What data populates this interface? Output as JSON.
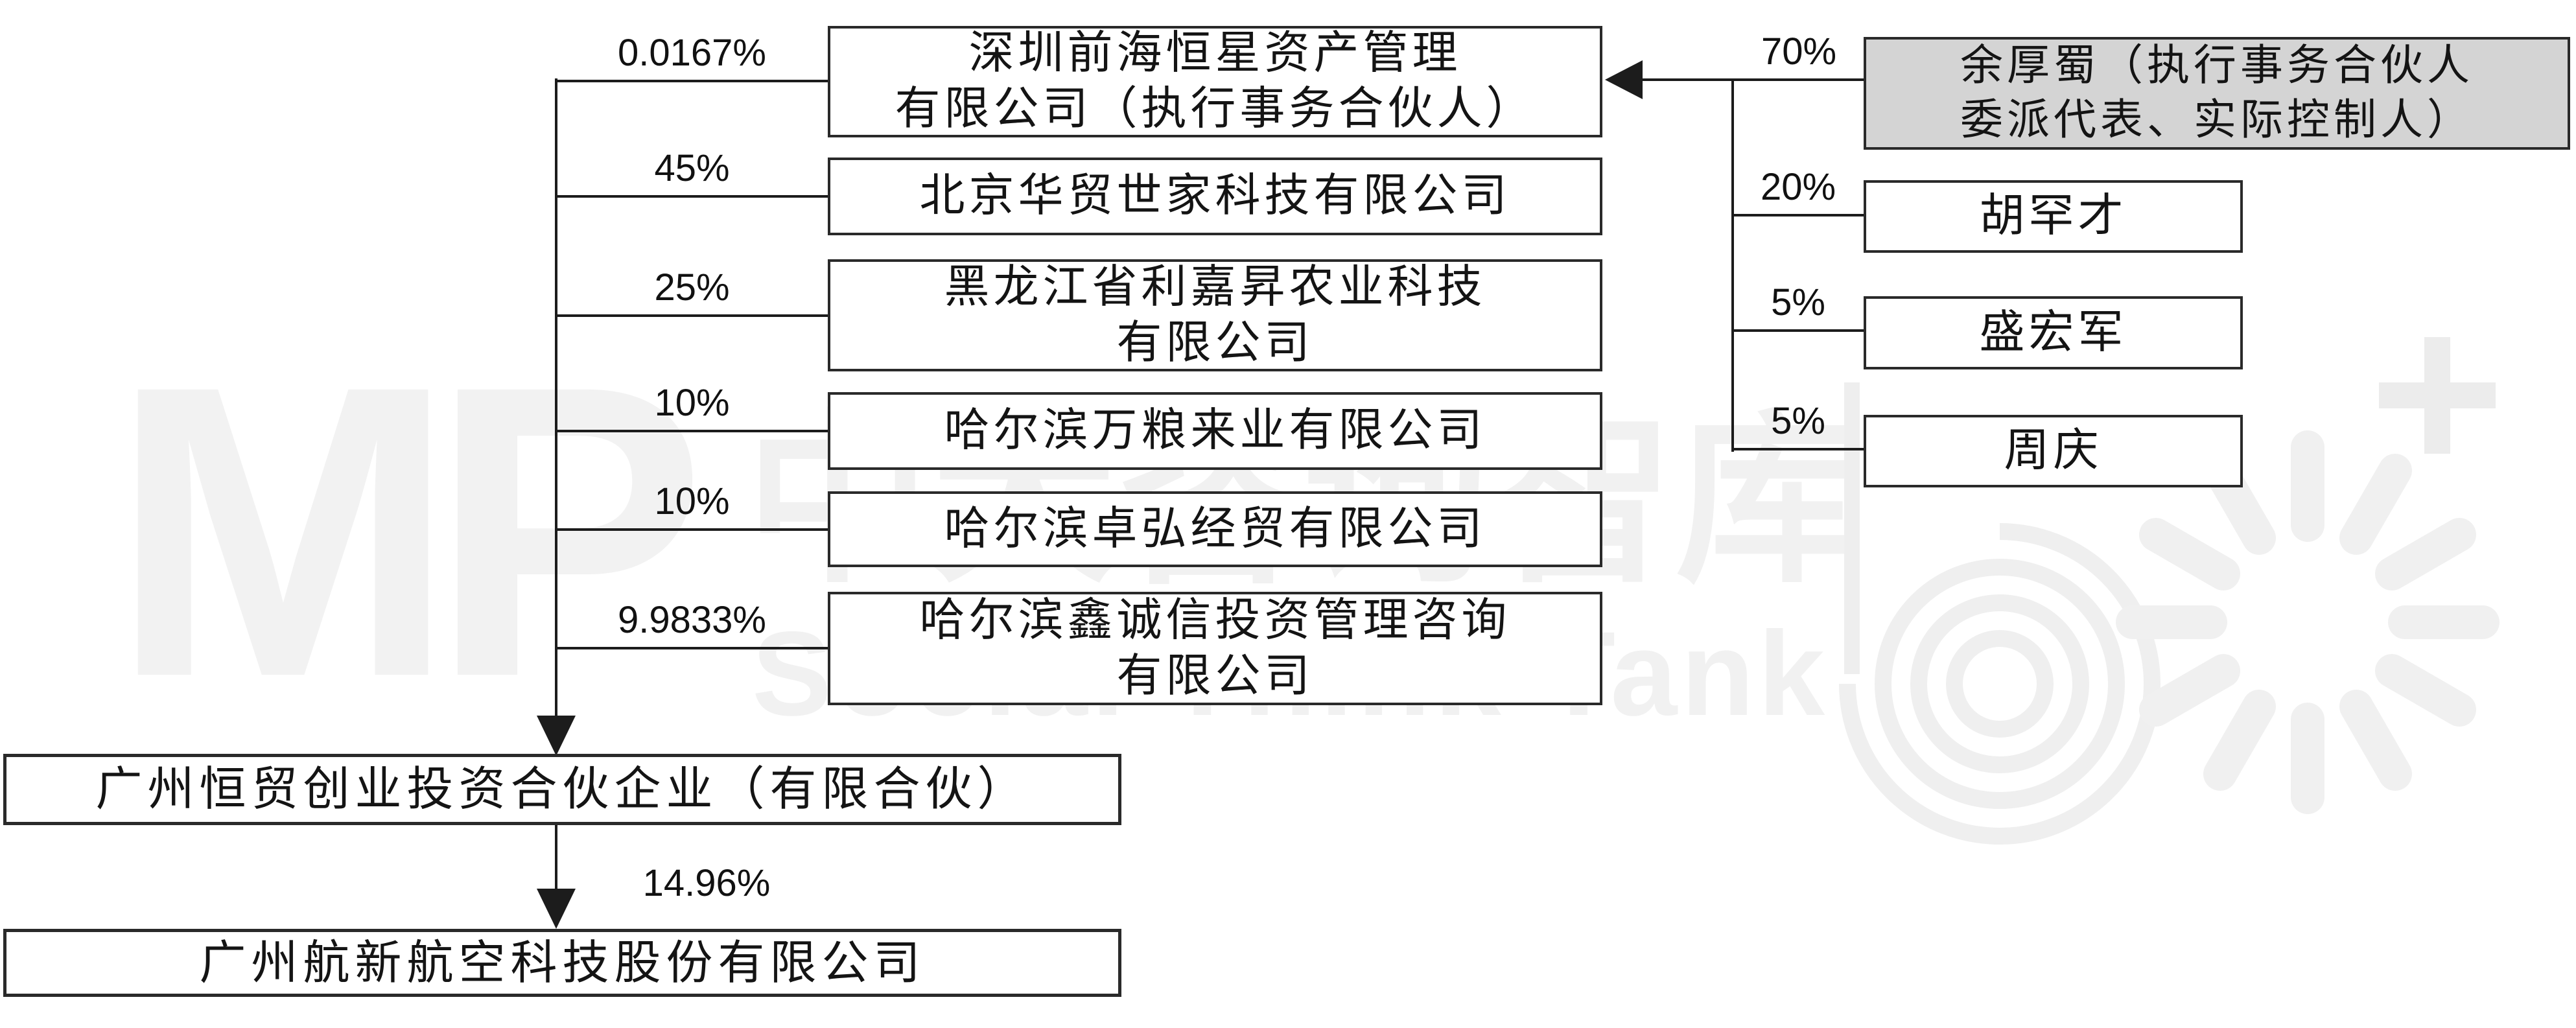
{
  "diagram_title": "equity-ownership-structure",
  "watermark": {
    "mp": "MP",
    "cn": "中大咨询智库",
    "en": "Social Think Tank",
    "plus": "+"
  },
  "colors": {
    "line": "#1c1c1c",
    "box_border": "#2a2a2a",
    "highlight_fill": "#d4d4d4",
    "watermark": "#f1f1f1",
    "text": "#141414"
  },
  "mid_boxes": [
    {
      "pct": "0.0167%",
      "lines": [
        "深圳前海恒星资产管理",
        "有限公司（执行事务合伙人）"
      ]
    },
    {
      "pct": "45%",
      "lines": [
        "北京华贸世家科技有限公司"
      ]
    },
    {
      "pct": "25%",
      "lines": [
        "黑龙江省利嘉昇农业科技",
        "有限公司"
      ]
    },
    {
      "pct": "10%",
      "lines": [
        "哈尔滨万粮来业有限公司"
      ]
    },
    {
      "pct": "10%",
      "lines": [
        "哈尔滨卓弘经贸有限公司"
      ]
    },
    {
      "pct": "9.9833%",
      "lines": [
        "哈尔滨鑫诚信投资管理咨询",
        "有限公司"
      ]
    }
  ],
  "right_boxes": [
    {
      "pct": "70%",
      "lines": [
        "余厚蜀（执行事务合伙人",
        "委派代表、实际控制人）"
      ],
      "highlight": true
    },
    {
      "pct": "20%",
      "lines": [
        "胡罕才"
      ]
    },
    {
      "pct": "5%",
      "lines": [
        "盛宏军"
      ]
    },
    {
      "pct": "5%",
      "lines": [
        "周庆"
      ]
    }
  ],
  "bottom": {
    "partnership": "广州恒贸创业投资合伙企业（有限合伙）",
    "stake": "14.96%",
    "company": "广州航新航空科技股份有限公司"
  }
}
